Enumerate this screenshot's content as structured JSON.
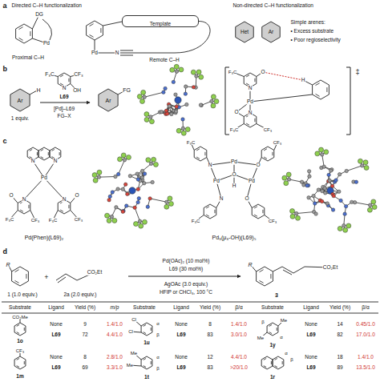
{
  "diagram": {
    "nodes": [
      {
        "text": [
          "Template"
        ]
      }
    ],
    "labels": [
      "a",
      "Directed C–H functionalization",
      "DG",
      "Pd",
      "Proximal C–H",
      "Pd",
      "N",
      "Remote C–H",
      "Non-directed C–H functionalization",
      "Het",
      "Ar",
      "Simple arenes:",
      "• Excess substrate",
      "• Poor regioselectivity",
      "b",
      "Ar",
      "H",
      "1 equiv.",
      "F₃C",
      "CF₃",
      "N",
      "OH",
      "L69",
      "[Pd]–L69",
      "FG–X",
      "Ar",
      "FG",
      "F₃C",
      "O",
      "H",
      "N",
      "Pd",
      "N",
      "O",
      "F₃C",
      "CF₃",
      "‡",
      "c",
      "N",
      "N",
      "Pd",
      "N",
      "O",
      "N",
      "O",
      "F₃C",
      "CF₃",
      "F₃C",
      "CF₃",
      "Pd(Phen)(L69)₂",
      "Pd",
      "Pd",
      "Pd",
      "O",
      "H",
      "N",
      "O",
      "N",
      "O",
      "F₃C",
      "CF₃",
      "F₃C",
      "CF₃",
      "Pd₃(μ₃-OH)(L69)₅",
      "d",
      "R",
      "1 (1.0 equiv.)",
      "+",
      "CO₂Et",
      "2a (2.0 equiv.)",
      "Pd(OAc)₂ (10 mol%)",
      "L69 (30 mol%)",
      "AgOAc (3.0 equiv.)",
      "HFIP or CHCl₃, 100 °C",
      "R",
      "CO₂Et",
      "3",
      "Substrate",
      "Ligand",
      "Yield (%)",
      "m/p",
      "Substrate",
      "Ligand",
      "Yield (%)",
      "β/α",
      "Substrate",
      "Ligand",
      "Yield (%)",
      "β/α",
      "None",
      "9",
      "1.4/1.0",
      "L69",
      "72",
      "4.4/1.0",
      "None",
      "8",
      "2.8/1.0",
      "L69",
      "69",
      "3.3/1.0",
      "None",
      "8",
      "1.4/1.0",
      "L69",
      "83",
      "3.0/1.0",
      "None",
      "12",
      "4.4/1.0",
      "L69",
      "83",
      ">20/1.0",
      "None",
      "14",
      "0.45/1.0",
      "L69",
      "82",
      "17.0/1.0",
      "None",
      "18",
      "1.4/1.0",
      "L69",
      "89",
      "13.5/1.0",
      "CO₂Me",
      "1o",
      "CF₃",
      "1m",
      "Cl",
      "Cl",
      "α",
      "β",
      "1u",
      "Me",
      "Me",
      "α",
      "β",
      "1t",
      "Me",
      "α",
      "β",
      "Me",
      "1y",
      "α",
      "β",
      "1r"
    ]
  }
}
